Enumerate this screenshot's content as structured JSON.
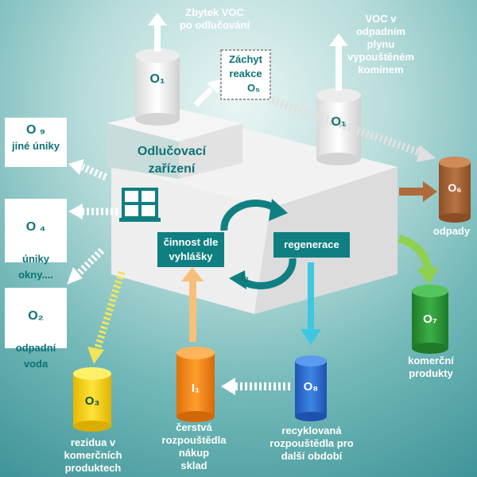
{
  "top": {
    "voc_residue": "Zbytek VOC\npo odlučování",
    "voc_stack": "VOC v\nodpadním\nplynu\nvypouštěném\nkomínem"
  },
  "capture": {
    "line1": "Záchyt",
    "line2": "reakce",
    "line3": "O₅"
  },
  "separator": {
    "line1": "Odlučovací",
    "line2": "zařízení"
  },
  "cylinders": {
    "o1_left": "O₁",
    "o1_right": "O₁",
    "o6": "O₆",
    "o7": "O₇",
    "o3": "O₃",
    "i1": "I₁",
    "o8": "O₈"
  },
  "boxes": {
    "o9": {
      "code": "O ₉",
      "text": "jiné úniky"
    },
    "o4": {
      "code": "O ₄",
      "text": "úniky\nokny...."
    },
    "o2": {
      "code": "O₂",
      "text": "odpadní\nvoda"
    }
  },
  "process": {
    "activity": "činnost dle\nvyhlášky",
    "regen": "regenerace",
    "i2": "I₂"
  },
  "outputs": {
    "waste": "odpady",
    "commercial": "komerční\nprodukty",
    "residues": "rezidua v\nkomerčních\nproduktech",
    "fresh": "čerstvá\nrozpouštědla\nnákup\nsklad",
    "recycled": "recyklovaná\nrozpouštědla pro\ndalší období"
  },
  "colors": {
    "teal": "#0f7f82",
    "brown": "#b06a3a",
    "green": "#2f9e3c",
    "yellow": "#f4cf1a",
    "orange": "#f08a1a",
    "blue": "#2f6fcf"
  }
}
